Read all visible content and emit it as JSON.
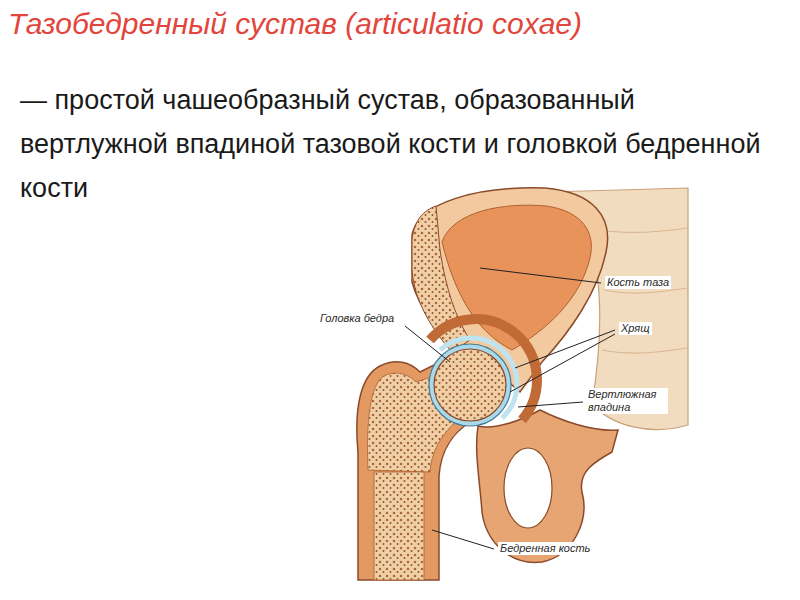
{
  "diagram": {
    "title": "Тазобедренный сустав (articulatio coxae)",
    "labels": [
      "— простой чашеобразный сустав, образованный вертлужной впадиной тазовой кости и головкой бедренной кости",
      "Кость таза",
      "Головка бедра",
      "Хрящ",
      "Вертлюжная впадина",
      "Бедренная кость"
    ]
  }
}
